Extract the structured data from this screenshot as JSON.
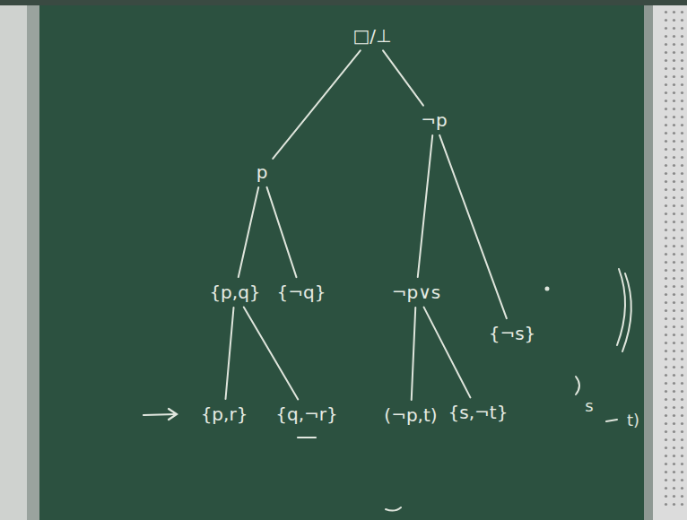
{
  "diagram": {
    "nodes": [
      {
        "text": [
          "□/⊥"
        ]
      },
      {
        "text": [
          "p"
        ]
      },
      {
        "text": [
          "¬p"
        ]
      },
      {
        "text": [
          "{p,q}"
        ]
      },
      {
        "text": [
          "{¬q}"
        ]
      },
      {
        "text": [
          "¬p∨s"
        ]
      },
      {
        "text": [
          "{¬s}"
        ]
      },
      {
        "text": [
          "{p,r}"
        ]
      },
      {
        "text": [
          "{q,¬r}"
        ]
      },
      {
        "text": [
          "(¬p,t)"
        ]
      },
      {
        "text": [
          "{s,¬t}"
        ]
      }
    ],
    "edges": [
      {
        "from": 0,
        "to": 1,
        "arrow": "none"
      },
      {
        "from": 0,
        "to": 2,
        "arrow": "none"
      },
      {
        "from": 1,
        "to": 3,
        "arrow": "none"
      },
      {
        "from": 1,
        "to": 4,
        "arrow": "none"
      },
      {
        "from": 2,
        "to": 5,
        "arrow": "none"
      },
      {
        "from": 2,
        "to": 6,
        "arrow": "none"
      },
      {
        "from": 3,
        "to": 7,
        "arrow": "none"
      },
      {
        "from": 3,
        "to": 8,
        "arrow": "none"
      },
      {
        "from": 5,
        "to": 9,
        "arrow": "none"
      },
      {
        "from": 5,
        "to": 10,
        "arrow": "none"
      }
    ],
    "labels": [
      "s",
      "t)"
    ]
  }
}
